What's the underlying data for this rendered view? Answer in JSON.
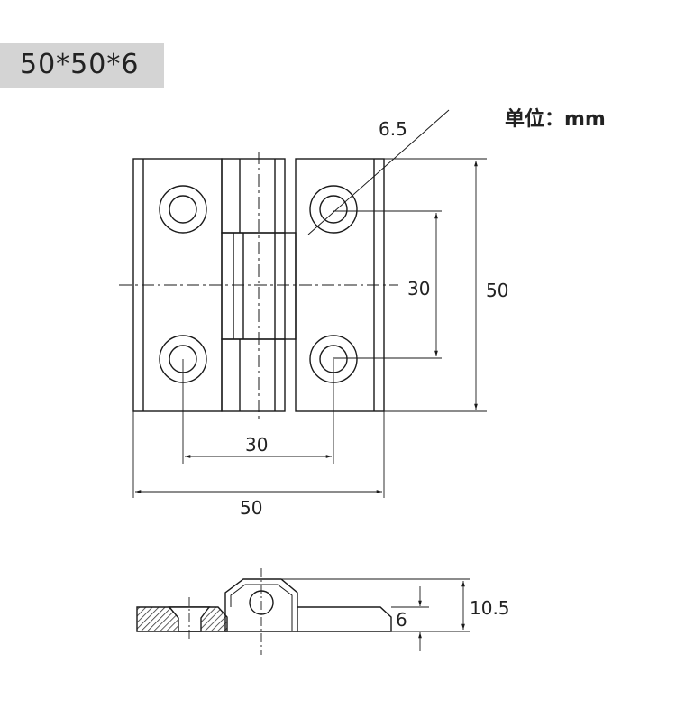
{
  "title": "50*50*6",
  "unit_label": "单位：mm",
  "dimensions": {
    "hole_diameter": "6.5",
    "hole_spacing_vertical": "30",
    "height": "50",
    "hole_spacing_horizontal": "30",
    "width": "50",
    "thickness": "6",
    "knuckle_height": "10.5"
  },
  "colors": {
    "line": "#1a1a1a",
    "badge": "#d4d4d4",
    "hatch": "#333333"
  }
}
